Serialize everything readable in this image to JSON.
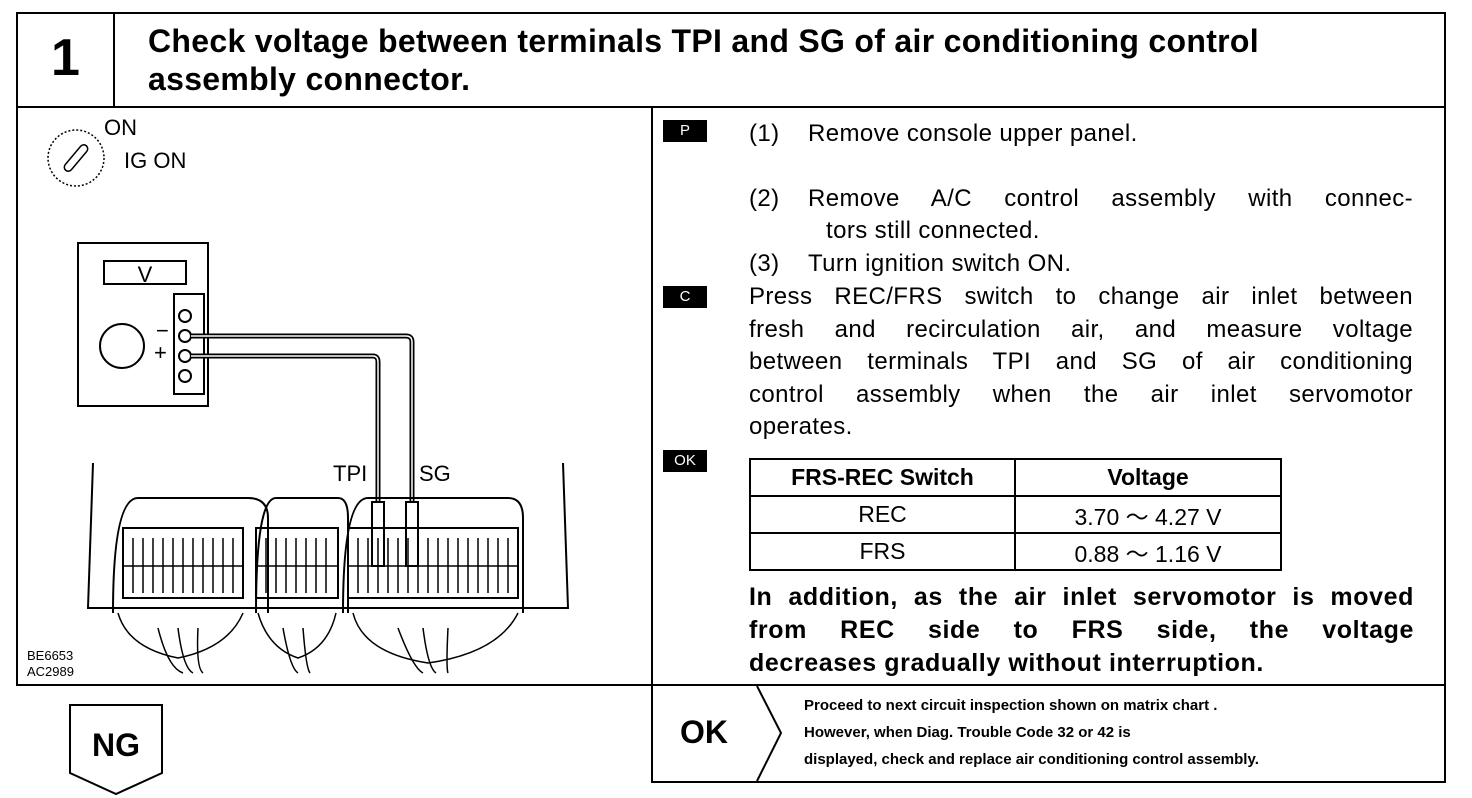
{
  "step": {
    "number": "1",
    "title_line1": "Check voltage between terminals TPI and SG of air conditioning control",
    "title_line2": "assembly connector."
  },
  "figure": {
    "switch_on": "ON",
    "switch_ig_on": "IG ON",
    "meter_label": "V",
    "minus": "−",
    "plus": "+",
    "tpi_label": "TPI",
    "sg_label": "SG",
    "code1": "BE6653",
    "code2": "AC2989"
  },
  "procedure": {
    "badge_p": "P",
    "badge_c": "C",
    "badge_ok": "OK",
    "step1_num": "(1)",
    "step1": "Remove console upper panel.",
    "step2_num": "(2)",
    "step2_line1": "Remove A/C control assembly with connec-",
    "step2_line2": "tors still connected.",
    "step3_num": "(3)",
    "step3": "Turn ignition switch ON.",
    "c_line1": "Press REC/FRS switch to change air inlet between",
    "c_line2": "fresh and recirculation air, and measure voltage",
    "c_line3": "between terminals TPI and SG of air conditioning",
    "c_line4": "control assembly when the air inlet servomotor",
    "c_line5": "operates."
  },
  "table": {
    "headers": [
      "FRS-REC Switch",
      "Voltage"
    ],
    "rows": [
      [
        "REC",
        "3.70 ～ 4.27 V"
      ],
      [
        "FRS",
        "0.88 ～ 1.16 V"
      ]
    ]
  },
  "note": {
    "line1": "In addition, as the air inlet servomotor is moved",
    "line2": "from REC side to FRS side, the voltage",
    "line3": "decreases gradually without interruption."
  },
  "results": {
    "ng_label": "NG",
    "ok_label": "OK",
    "ok_line1": "Proceed to next circuit inspection shown on matrix chart .",
    "ok_line2": "However, when Diag. Trouble Code 32 or 42 is",
    "ok_line3": "displayed, check and replace air conditioning control assembly."
  }
}
